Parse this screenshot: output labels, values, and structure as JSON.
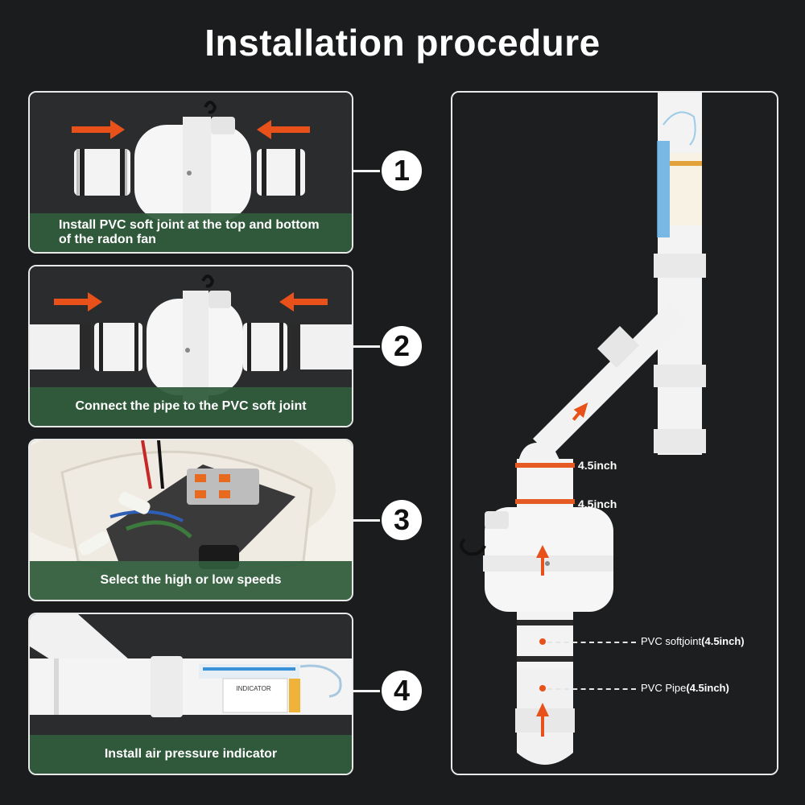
{
  "title": "Installation procedure",
  "steps": [
    {
      "number": "1",
      "caption": "Install PVC soft joint at the top and bottom of the radon fan"
    },
    {
      "number": "2",
      "caption": "Connect the pipe to the PVC soft joint"
    },
    {
      "number": "3",
      "caption": "Select the high or low speeds"
    },
    {
      "number": "4",
      "caption": "Install air pressure indicator"
    }
  ],
  "diagram": {
    "clamp_label_upper": "4.5inch",
    "clamp_label_lower": "4.5inch",
    "softjoint_label": "PVC softjoint",
    "softjoint_size": "(4.5inch)",
    "pipe_label": "PVC Pipe",
    "pipe_size": "(4.5inch)",
    "indicator_text": "INDICATOR"
  },
  "colors": {
    "background": "#1b1c1d",
    "caption_green": "#305c3c",
    "arrow_orange": "#e8521a",
    "border": "#e9e9e9"
  }
}
